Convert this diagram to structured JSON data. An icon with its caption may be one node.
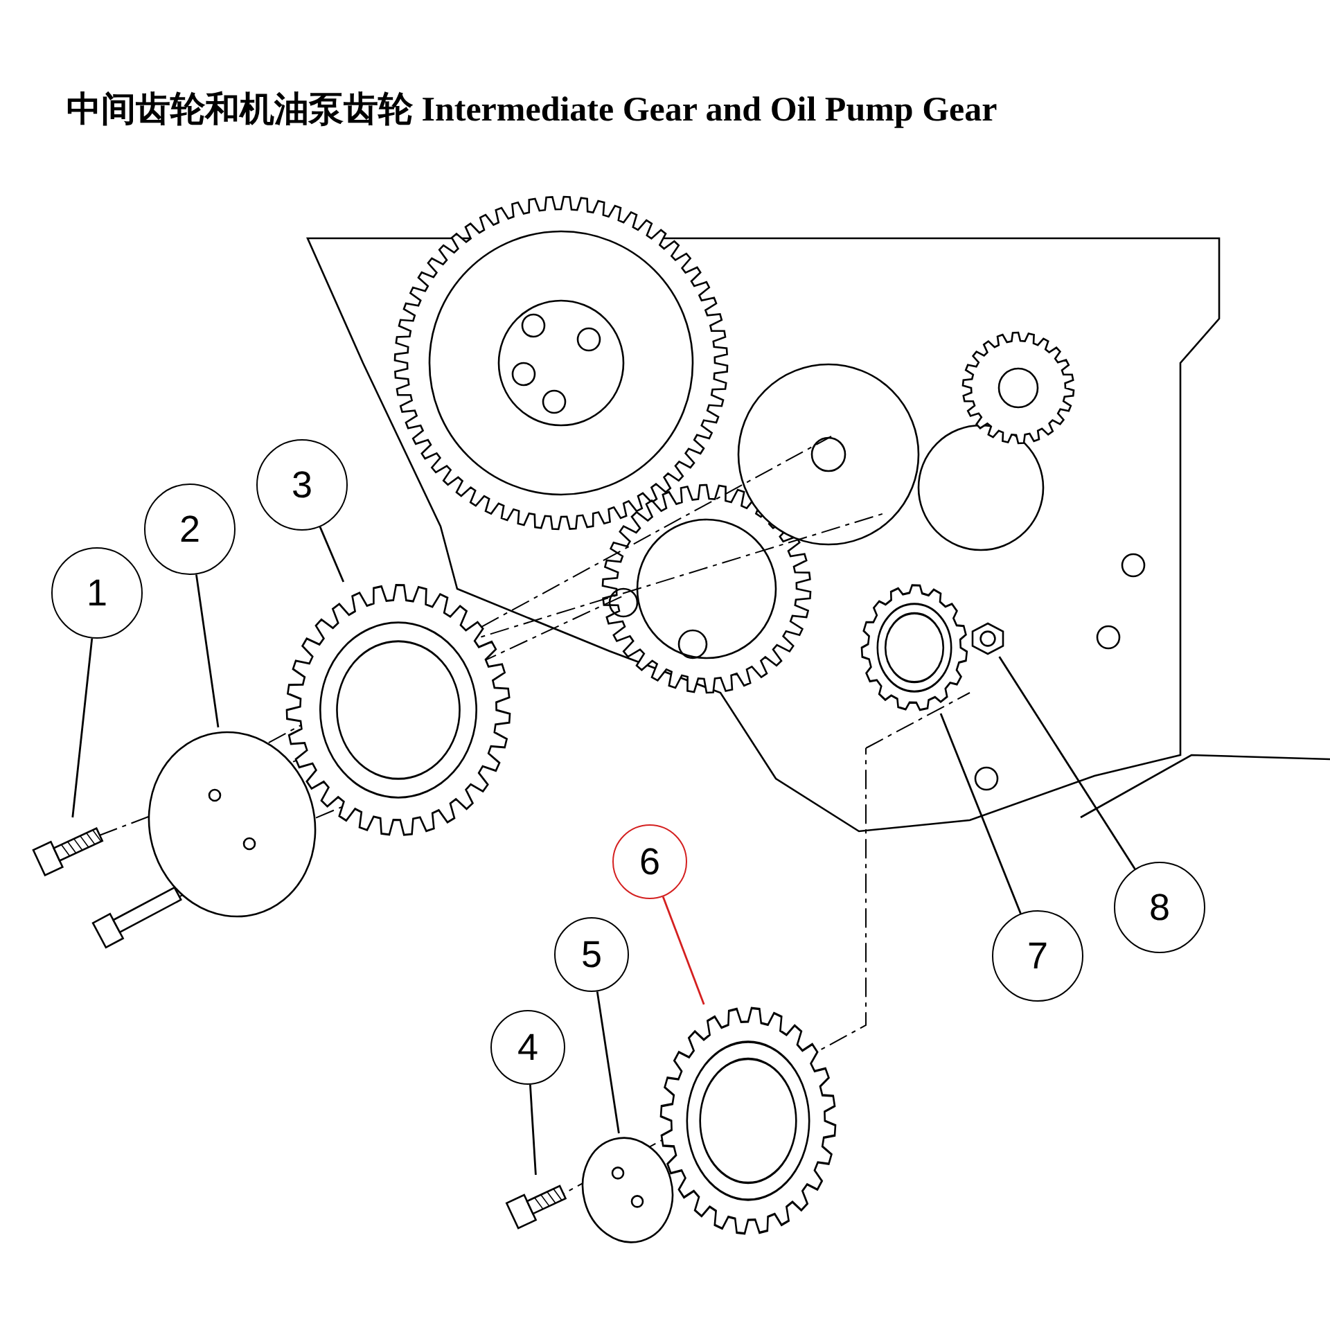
{
  "diagram": {
    "title": "中间齿轮和机油泵齿轮 Intermediate Gear and Oil Pump Gear",
    "nodes": [
      {
        "text": [
          "1"
        ]
      },
      {
        "text": [
          "2"
        ]
      },
      {
        "text": [
          "3"
        ]
      },
      {
        "text": [
          "4"
        ]
      },
      {
        "text": [
          "5"
        ]
      },
      {
        "text": [
          "6"
        ]
      },
      {
        "text": [
          "7"
        ]
      },
      {
        "text": [
          "8"
        ]
      },
      {
        "text": [],
        "shape": "picture"
      },
      {
        "text": [],
        "shape": "picture"
      },
      {
        "text": [],
        "shape": "picture"
      },
      {
        "text": [],
        "shape": "picture"
      },
      {
        "text": [],
        "shape": "picture"
      },
      {
        "text": [],
        "shape": "picture"
      },
      {
        "text": [],
        "shape": "picture"
      },
      {
        "text": [],
        "shape": "picture"
      }
    ],
    "edges": [
      {
        "from": 0,
        "to": 8,
        "arrow": "none"
      },
      {
        "from": 1,
        "to": 9,
        "arrow": "none"
      },
      {
        "from": 2,
        "to": 10,
        "arrow": "none"
      },
      {
        "from": 3,
        "to": 11,
        "arrow": "none"
      },
      {
        "from": 4,
        "to": 12,
        "arrow": "none"
      },
      {
        "from": 5,
        "to": 13,
        "arrow": "none",
        "color": "#d42020"
      },
      {
        "from": 6,
        "to": 14,
        "arrow": "none"
      },
      {
        "from": 7,
        "to": 15,
        "arrow": "none"
      }
    ]
  }
}
